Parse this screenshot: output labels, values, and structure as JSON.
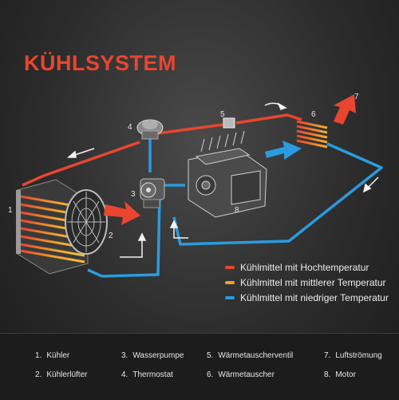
{
  "title": "KÜHLSYSTEM",
  "colors": {
    "hot": "#e8462f",
    "medium": "#f0a030",
    "cold": "#2a9be0",
    "title": "#e8462f"
  },
  "component_numbers": [
    "1",
    "2",
    "3",
    "4",
    "5",
    "6",
    "7",
    "8"
  ],
  "legend": [
    {
      "label": "Kühlmittel mit Hochtemperatur",
      "color": "#e8462f"
    },
    {
      "label": "Kühlmittel mit mittlerer Temperatur",
      "color": "#f0a030"
    },
    {
      "label": "Kühlmittel mit niedriger Temperatur",
      "color": "#2a9be0"
    }
  ],
  "footer": [
    {
      "num": "1.",
      "label": "Kühler"
    },
    {
      "num": "3.",
      "label": "Wasserpumpe"
    },
    {
      "num": "5.",
      "label": "Wärmetauscherventil"
    },
    {
      "num": "7.",
      "label": "Luftströmung"
    },
    {
      "num": "2.",
      "label": "Kühlerlüfter"
    },
    {
      "num": "4.",
      "label": "Thermostat"
    },
    {
      "num": "6.",
      "label": "Wärmetauscher"
    },
    {
      "num": "8.",
      "label": "Motor"
    }
  ]
}
